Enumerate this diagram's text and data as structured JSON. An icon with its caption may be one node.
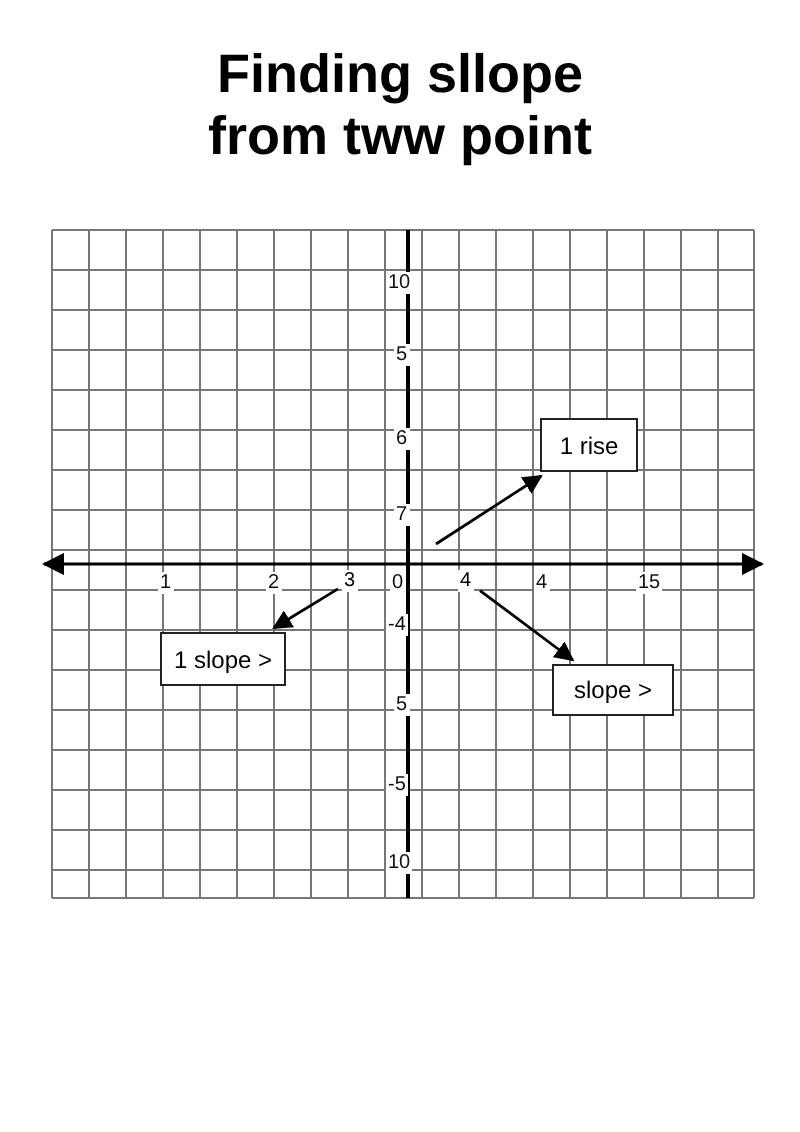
{
  "diagram": {
    "title": "Finding sllope from tww point",
    "nodes": [
      {
        "text": [
          "1 rise"
        ]
      },
      {
        "text": [
          "3"
        ]
      },
      {
        "text": [
          "1 slope >"
        ]
      },
      {
        "text": [
          "4"
        ]
      },
      {
        "text": [
          "slope >"
        ]
      }
    ],
    "edges": [
      {
        "from": null,
        "to": 0,
        "arrow": "to"
      },
      {
        "from": 1,
        "to": 2,
        "arrow": "to"
      },
      {
        "from": 3,
        "to": 4,
        "arrow": "to"
      }
    ],
    "labels": [
      "10",
      "5",
      "6",
      "7",
      "1",
      "2",
      "0",
      "4",
      "15",
      "-4",
      "5",
      "-5",
      "10"
    ]
  }
}
